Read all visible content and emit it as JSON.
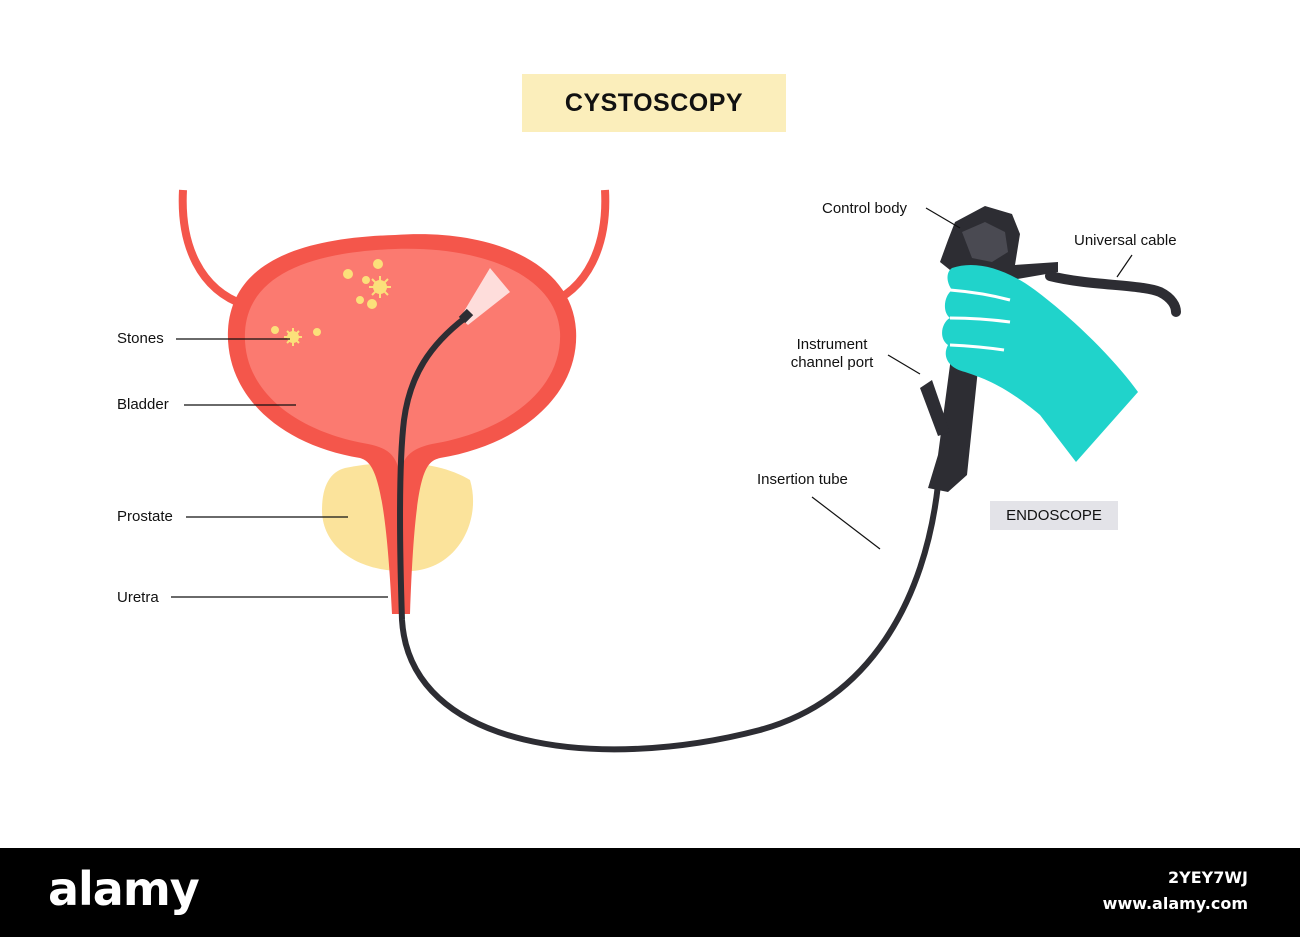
{
  "title": "CYSTOSCOPY",
  "anatomy_labels": {
    "stones": "Stones",
    "bladder": "Bladder",
    "prostate": "Prostate",
    "uretra": "Uretra"
  },
  "endoscope_labels": {
    "control_body": "Control body",
    "universal_cable": "Universal cable",
    "instrument_channel_port_line1": "Instrument",
    "instrument_channel_port_line2": "channel port",
    "insertion_tube": "Insertion tube"
  },
  "endoscope_box": "ENDOSCOPE",
  "footer": {
    "brand": "alamy",
    "image_code": "2YEY7WJ",
    "url": "www.alamy.com"
  },
  "colors": {
    "bladder_wall": "#f4564b",
    "bladder_inner": "#fb7a70",
    "prostate": "#fbe39b",
    "stones": "#fbe07a",
    "endoscope": "#2d2d33",
    "glove": "#20d3cb",
    "title_bg": "#fbeebb",
    "endoscope_box_bg": "#e3e3e8"
  }
}
